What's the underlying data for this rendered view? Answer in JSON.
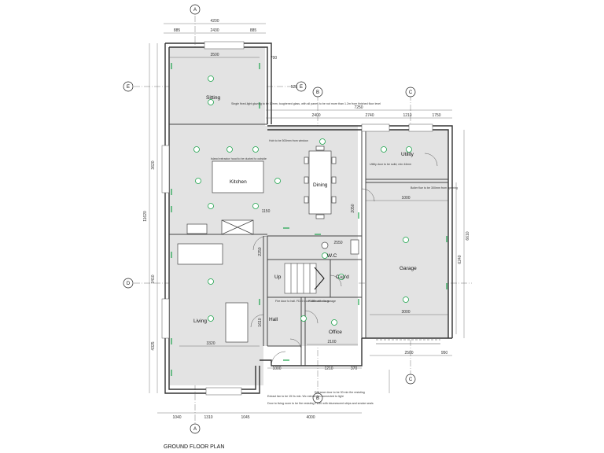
{
  "drawing": {
    "title": "GROUND FLOOR PLAN",
    "rooms": {
      "sitting": "Sitting",
      "kitchen": "Kitchen",
      "dining": "Dining",
      "utility": "Utility",
      "garage": "Garage",
      "wc": "W.C",
      "cupd": "Cup'd",
      "living": "Living",
      "hall": "Hall",
      "office": "Office",
      "up": "Up"
    },
    "grid_labels": {
      "a": "A",
      "b": "B",
      "c": "C",
      "d": "D",
      "e": "E"
    },
    "dimensions": {
      "top_total": "4200",
      "top_left": "885",
      "top_mid": "2430",
      "top_right": "885",
      "sitting_width": "3500",
      "mid_run": "7250",
      "mid_a": "2400",
      "mid_b": "2740",
      "mid_c": "1210",
      "utility_w": "1750",
      "utility_door": "1000",
      "garage_w": "3000",
      "garage_depth": "6610",
      "garage_inner": "6240",
      "garage_bottom": "2500",
      "garage_side": "950",
      "living_w": "3320",
      "office_w": "2100",
      "wc_w": "2550",
      "bottom_a": "1040",
      "bottom_b": "1310",
      "bottom_c": "1045",
      "bottom_d": "4000",
      "bottom_e": "1000",
      "bottom_f": "1210",
      "bottom_g": "370",
      "left_total": "11620",
      "left_upper": "3620",
      "left_lower": "4325",
      "left_mid": "2410",
      "hall_gap": "1610",
      "stair": "2250",
      "small_a": "700",
      "small_b": "1150",
      "small_c": "525",
      "dining_h": "2050"
    },
    "notes": {
      "sitting_note": "Single fixed-light glazing to be 10mm, toughened glass, with all panes to be not more than 1.2m from finished floor level",
      "kitchen_note": "Island extractor hood to be ducted to outside",
      "hob_note": "Hob to be 500mm from window",
      "utility_note": "Utility door to be solid, min 44mm",
      "boiler_note": "Boiler flue to be 300mm from opening",
      "stair_note": "Fire door to hall. FD30 door with self closer",
      "office_note": "FD30s door to garage",
      "bottom_note1": "Extract fan to be 15 l/s min. Wc extract fan connected to light",
      "bottom_note2": "Door to living room to be fire resisting FD30 with intumescent strips and smoke seals",
      "bottom_note3": "Entrance door to be 30 min fire resisting"
    }
  }
}
